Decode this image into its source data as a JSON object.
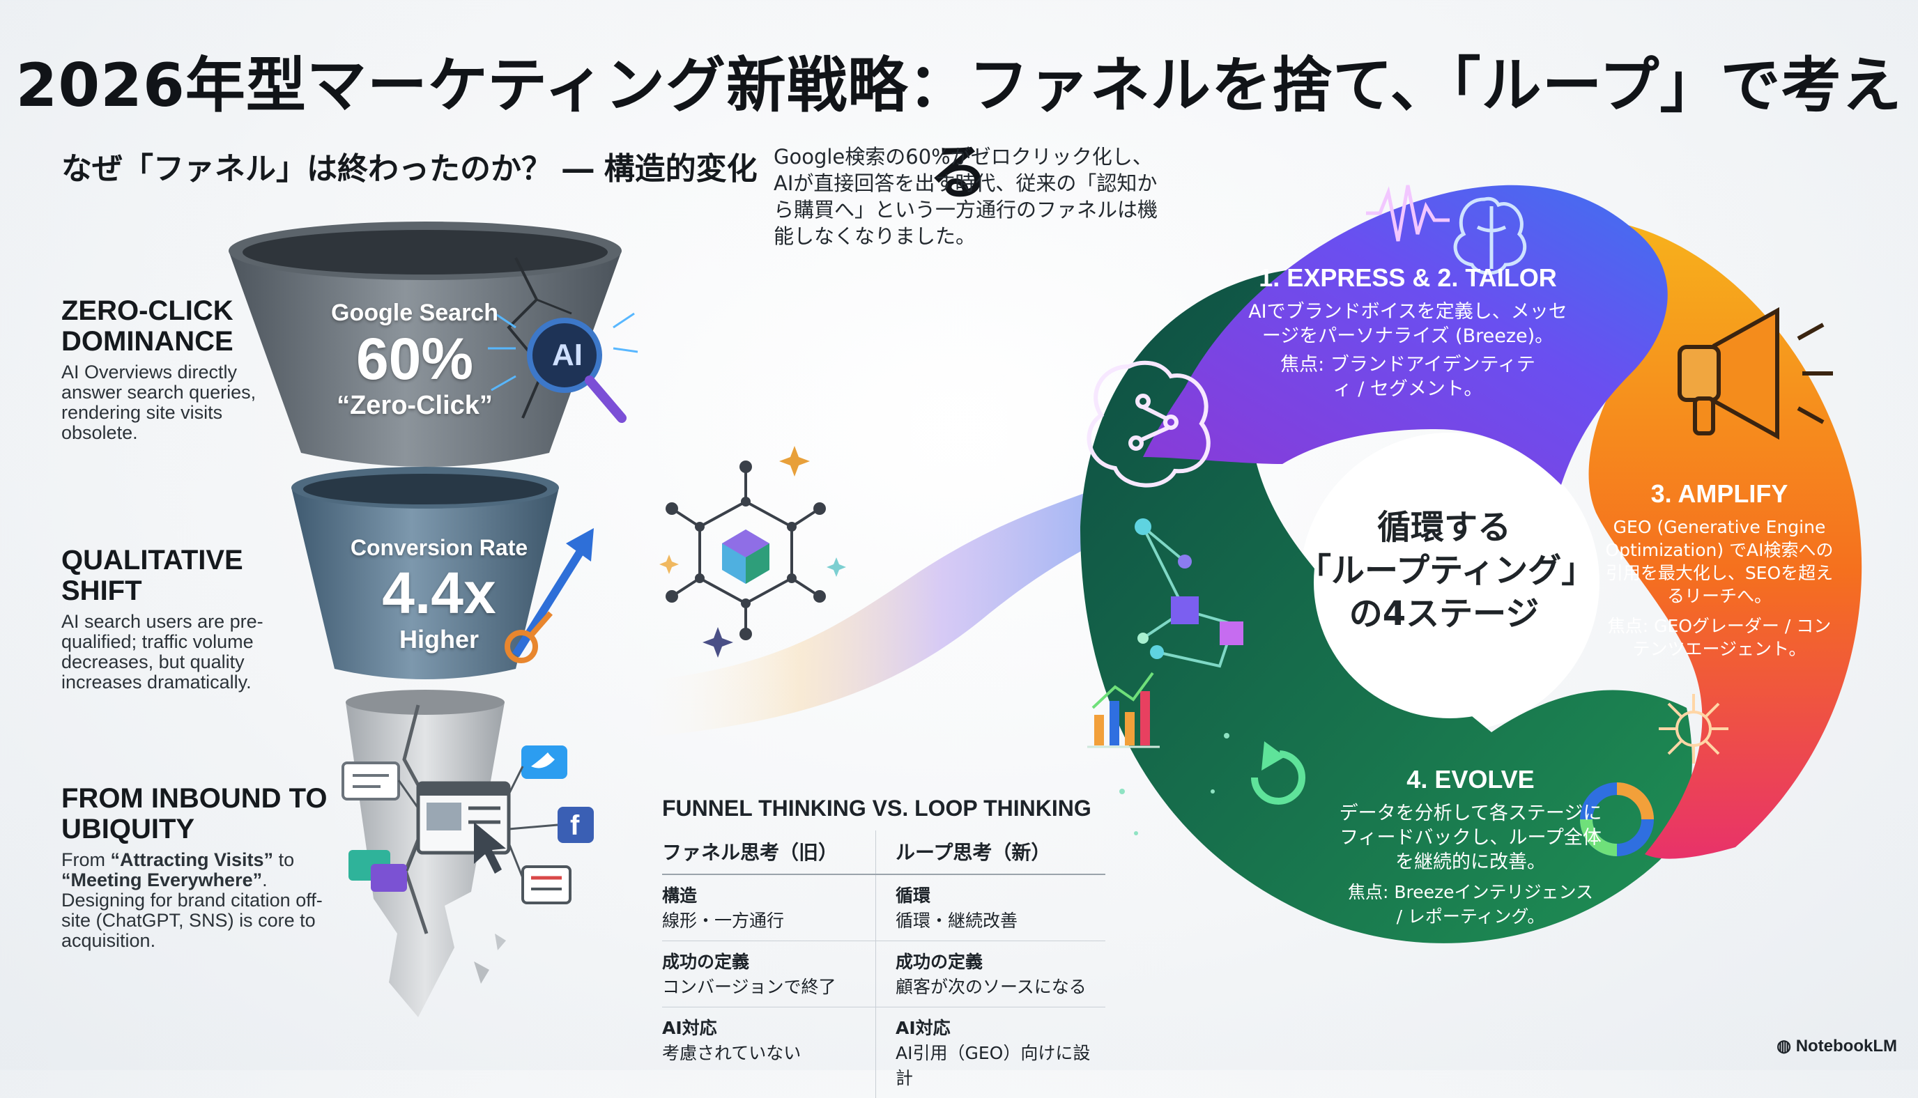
{
  "title": "2026年型マーケティング新戦略：ファネルを捨て、「ループ」で考える",
  "subtitle": "なぜ「ファネル」は終わったのか？ ― 構造的変化",
  "intro": "Google検索の60%がゼロクリック化し、AIが直接回答を出す時代、従来の「認知から購買へ」という一方通行のファネルは機能しなくなりました。",
  "left_points": [
    {
      "heading": "ZERO-CLICK DOMINANCE",
      "body": "AI Overviews directly answer search queries, rendering site visits obsolete."
    },
    {
      "heading": "QUALITATIVE SHIFT",
      "body": "AI search users are pre-qualified; traffic volume decreases, but quality increases dramatically."
    },
    {
      "heading": "FROM INBOUND TO UBIQUITY",
      "body_pre": "From ",
      "body_em1": "“Attracting Visits”",
      "body_mid": " to ",
      "body_em2": "“Meeting Everywhere”",
      "body_post": ". Designing for brand citation off-site (ChatGPT, SNS) is core to acquisition."
    }
  ],
  "funnel": {
    "top": {
      "label": "Google Search",
      "value": "60%",
      "caption": "“Zero-Click”",
      "badge": "AI"
    },
    "middle": {
      "label": "Conversion Rate",
      "value": "4.4x",
      "caption": "Higher"
    }
  },
  "comparison": {
    "title": "FUNNEL THINKING VS. LOOP THINKING",
    "headers": [
      "ファネル思考（旧）",
      "ループ思考（新）"
    ],
    "rows": [
      {
        "old_label": "構造",
        "old_value": "線形・一方通行",
        "new_label": "循環",
        "new_value": "循環・継続改善"
      },
      {
        "old_label": "成功の定義",
        "old_value": "コンバージョンで終了",
        "new_label": "成功の定義",
        "new_value": "顧客が次のソースになる"
      },
      {
        "old_label": "AI対応",
        "old_value": "考慮されていない",
        "new_label": "AI対応",
        "new_value": "AI引用（GEO）向けに設計"
      }
    ]
  },
  "loop": {
    "center": [
      "循環する",
      "「ループティング」",
      "の4ステージ"
    ],
    "stages": [
      {
        "heading": "1. EXPRESS & 2. TAILOR",
        "body": "AIでブランドボイスを定義し、メッセージをパーソナライズ (Breeze)。",
        "focus": "焦点: ブランドアイデンティティ / セグメント。"
      },
      {
        "heading": "3. AMPLIFY",
        "body": "GEO (Generative Engine Optimization) でAI検索への引用を最大化し、SEOを超えるリーチへ。",
        "focus": "焦点: GEOグレーダー / コンテンツエージェント。"
      },
      {
        "heading": "4. EVOLVE",
        "body": "データを分析して各ステージにフィードバックし、ループ全体を継続的に改善。",
        "focus": "焦点: Breezeインテリジェンス / レポーティング。"
      }
    ]
  },
  "brand": "NotebookLM",
  "colors": {
    "stage1": "#7a3ff0",
    "stage2": "#f07a1e",
    "stage3": "#127a5a",
    "funnel_top": "#6b737b",
    "funnel_mid": "#5f7c93"
  }
}
